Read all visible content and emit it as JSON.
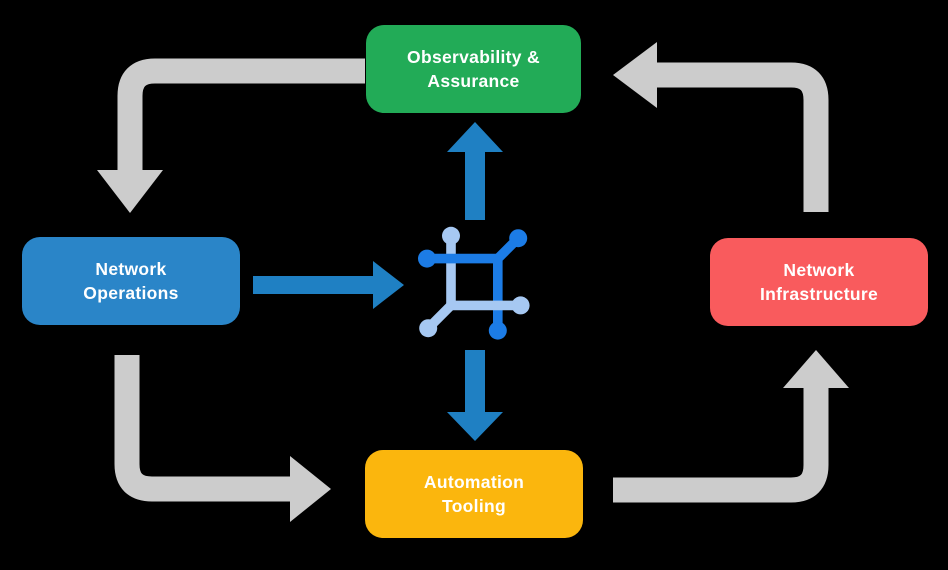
{
  "colors": {
    "background": "#000000",
    "observability_green": "#22AB57",
    "operations_blue": "#2A85C8",
    "infrastructure_red": "#F95B5D",
    "tooling_yellow": "#FBB60D",
    "cycle_arrow_gray": "#CCCCCC",
    "hub_arrow_blue": "#1F80C3",
    "icon_dark_blue": "#1C7CE6",
    "icon_light_blue": "#A6C8F2",
    "label_text": "#FFFFFF"
  },
  "nodes": [
    {
      "id": "observability-assurance",
      "line1": "Observability &",
      "line2": "Assurance",
      "color": "#22AB57"
    },
    {
      "id": "network-operations",
      "line1": "Network",
      "line2": "Operations",
      "color": "#2A85C8"
    },
    {
      "id": "network-infrastructure",
      "line1": "Network",
      "line2": "Infrastructure",
      "color": "#F95B5D"
    },
    {
      "id": "automation-tooling",
      "line1": "Automation",
      "line2": "Tooling",
      "color": "#FBB60D"
    }
  ],
  "center_icon": {
    "name": "network-mesh-icon"
  },
  "arrows": {
    "cycle": [
      {
        "name": "observability-to-operations",
        "color": "#CCCCCC"
      },
      {
        "name": "operations-to-tooling",
        "color": "#CCCCCC"
      },
      {
        "name": "tooling-to-infrastructure",
        "color": "#CCCCCC"
      },
      {
        "name": "infrastructure-to-observability",
        "color": "#CCCCCC"
      }
    ],
    "hub": [
      {
        "name": "operations-to-hub",
        "color": "#1F80C3"
      },
      {
        "name": "hub-to-observability",
        "color": "#1F80C3"
      },
      {
        "name": "hub-to-tooling",
        "color": "#1F80C3"
      }
    ]
  }
}
